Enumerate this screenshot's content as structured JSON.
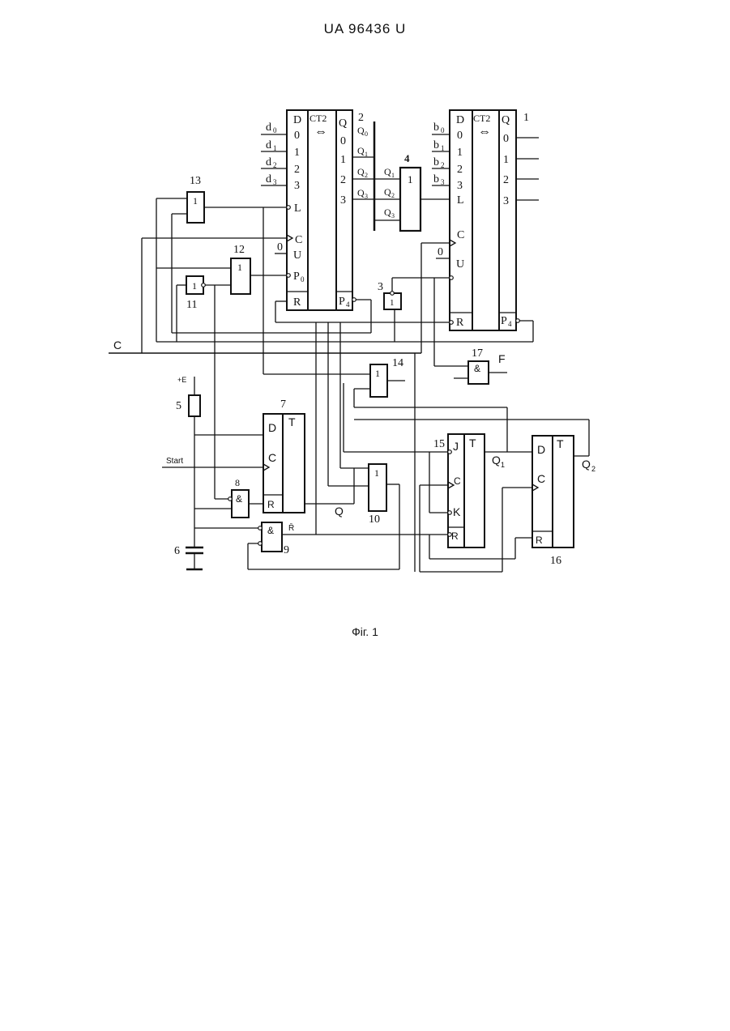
{
  "header": {
    "text": "UA   96436   U"
  },
  "caption": {
    "text": "Фіг. 1"
  },
  "diagram": {
    "counter_left": {
      "number": "2",
      "title": "CT2",
      "inputs": [
        "D",
        "0",
        "1",
        "2",
        "3",
        "L",
        "C",
        "U",
        "P",
        "R"
      ],
      "outputs": [
        "Q",
        "0",
        "1",
        "2",
        "3",
        "P"
      ],
      "external_inputs": [
        "d",
        "d",
        "d",
        "d"
      ],
      "external_input_subscripts": [
        "0",
        "1",
        "2",
        "3"
      ],
      "output_labels": [
        "Q",
        "Q",
        "Q",
        "Q"
      ],
      "output_label_subscripts": [
        "0",
        "1",
        "2",
        "3"
      ],
      "u_input_value": "0",
      "p_input_subscript": "0",
      "p_output_subscript": "4"
    },
    "counter_right": {
      "number": "1",
      "title": "CT2",
      "inputs": [
        "D",
        "0",
        "1",
        "2",
        "3",
        "L",
        "C",
        "U",
        "R"
      ],
      "outputs": [
        "Q",
        "0",
        "1",
        "2",
        "3",
        "P"
      ],
      "external_inputs": [
        "b",
        "b",
        "b",
        "b"
      ],
      "external_input_subscripts": [
        "0",
        "1",
        "2",
        "3"
      ],
      "u_input_value": "0",
      "p_output_subscript": "4"
    },
    "or_gate_4": {
      "number": "4",
      "symbol": "1",
      "input_labels": [
        "Q",
        "Q",
        "Q"
      ],
      "input_subscripts": [
        "1",
        "2",
        "3"
      ]
    },
    "gate_3": {
      "number": "3",
      "symbol": "1"
    },
    "gate_13": {
      "number": "13",
      "symbol": "1"
    },
    "gate_12": {
      "number": "12",
      "symbol": "1"
    },
    "gate_11": {
      "number": "11",
      "symbol": "1"
    },
    "gate_14": {
      "number": "14",
      "symbol": "1"
    },
    "gate_17": {
      "number": "17",
      "symbol": "&",
      "output_label": "F"
    },
    "gate_8": {
      "number": "8",
      "symbol": "&"
    },
    "gate_9": {
      "number": "9",
      "symbol": "&",
      "input_label": "R̄"
    },
    "gate_10": {
      "number": "10",
      "symbol": "1",
      "input_label": "Q"
    },
    "resistor_5": {
      "number": "5",
      "supply_label": "+E"
    },
    "capacitor_6": {
      "number": "6"
    },
    "trigger_7": {
      "number": "7",
      "type": "T",
      "pins": [
        "D",
        "C",
        "R"
      ],
      "input_label": "Start"
    },
    "trigger_15": {
      "number": "15",
      "type": "T",
      "pins": [
        "J",
        "C",
        "K",
        "R"
      ],
      "output_label": "Q",
      "output_subscript": "1"
    },
    "trigger_16": {
      "number": "16",
      "type": "T",
      "pins": [
        "D",
        "C",
        "R"
      ],
      "output_label": "Q",
      "output_subscript": "2"
    },
    "clock_line_label": "C"
  }
}
